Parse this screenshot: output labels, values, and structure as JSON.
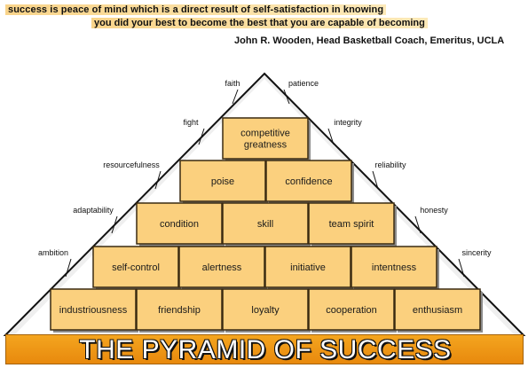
{
  "quote": {
    "line1": "success is peace of mind which is a direct result of self-satisfaction in knowing",
    "line2": "you did your best to become the best that you are capable of becoming",
    "attribution": "John R. Wooden, Head Basketball Coach, Emeritus, UCLA"
  },
  "pyramid": {
    "rows": [
      {
        "blocks": [
          "competitive\ngreatness"
        ]
      },
      {
        "blocks": [
          "poise",
          "confidence"
        ]
      },
      {
        "blocks": [
          "condition",
          "skill",
          "team spirit"
        ]
      },
      {
        "blocks": [
          "self-control",
          "alertness",
          "initiative",
          "intentness"
        ]
      },
      {
        "blocks": [
          "industriousness",
          "friendship",
          "loyalty",
          "cooperation",
          "enthusiasm"
        ]
      }
    ],
    "left_traits": [
      "faith",
      "fight",
      "resourcefulness",
      "adaptability",
      "ambition"
    ],
    "right_traits": [
      "patience",
      "integrity",
      "reliability",
      "honesty",
      "sincerity"
    ]
  },
  "banner": {
    "title": "THE PYRAMID OF SUCCESS"
  },
  "colors": {
    "block_fill": "#fbd07e",
    "block_border": "#3a2a10",
    "banner": "#f0991a"
  }
}
